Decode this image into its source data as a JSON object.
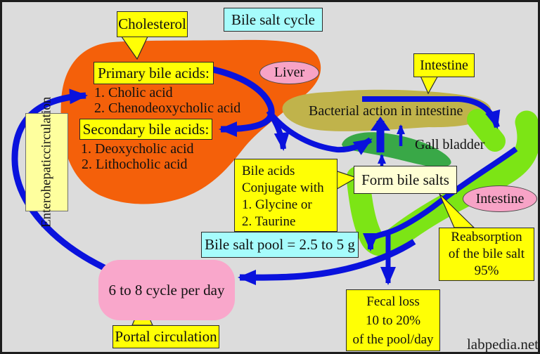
{
  "colors": {
    "background": "#dcdcdc",
    "arrow_blue": "#0a12dd",
    "liver_orange": "#f4600a",
    "callout_yellow": "#ffff05",
    "cream": "#ffffd4",
    "light_yellow": "#feff9e",
    "cyan": "#a6fcfc",
    "pink": "#f9a7cb",
    "olive": "#c0b34b",
    "gall_green": "#39a847",
    "intestine_green": "#7ce515"
  },
  "labels": {
    "title": "Bile salt cycle",
    "cholesterol": "Cholesterol",
    "liver": "Liver",
    "primary_header": "Primary bile acids:",
    "primary_item1": "1. Cholic acid",
    "primary_item2": "2. Chenodeoxycholic acid",
    "secondary_header": "Secondary bile acids:",
    "secondary_item1": "1. Deoxycholic acid",
    "secondary_item2": "2. Lithocholic acid",
    "enterohepatic_line1": "Enterohepatic",
    "enterohepatic_line2": "circulation",
    "intestine_top": "Intestine",
    "bacterial_action": "Bacterial action in intestine",
    "gall_bladder": "Gall bladder",
    "form_bile_salts": "Form bile salts",
    "bile_acids_line1": "Bile acids",
    "bile_acids_line2": "Conjugate with",
    "bile_acids_line3": "1. Glycine or",
    "bile_acids_line4": "2. Taurine",
    "bile_salt_pool": "Bile salt pool = 2.5 to 5 g",
    "intestine_right": "Intestine",
    "reabsorption_line1": "Reabsorption",
    "reabsorption_line2": "of the bile salt",
    "reabsorption_line3": "95%",
    "cycle_per_day": "6 to 8 cycle per day",
    "portal_circulation": "Portal circulation",
    "fecal_line1": "Fecal loss",
    "fecal_line2": "10 to 20%",
    "fecal_line3": "of the pool/day",
    "watermark": "labpedia.net"
  }
}
